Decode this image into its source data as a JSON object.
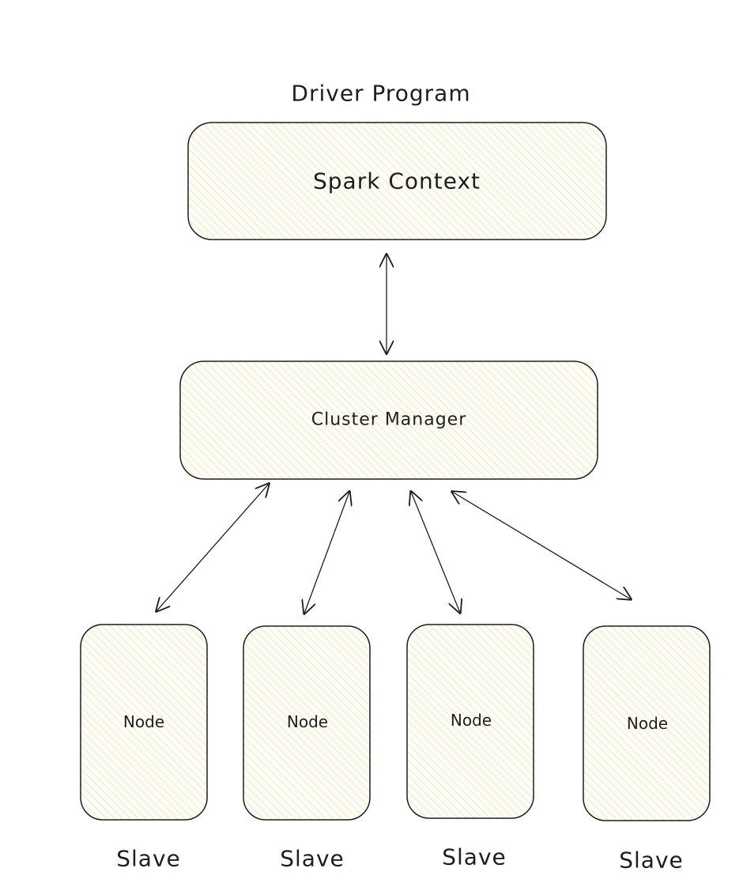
{
  "title": "Driver Program",
  "driver": {
    "label": "Spark Context"
  },
  "cluster_manager": {
    "label": "Cluster Manager"
  },
  "nodes": [
    {
      "label": "Node",
      "role": "Slave"
    },
    {
      "label": "Node",
      "role": "Slave"
    },
    {
      "label": "Node",
      "role": "Slave"
    },
    {
      "label": "Node",
      "role": "Slave"
    }
  ],
  "colors": {
    "fill_hatch": "#f5e38a",
    "stroke": "#1e1e1e"
  }
}
